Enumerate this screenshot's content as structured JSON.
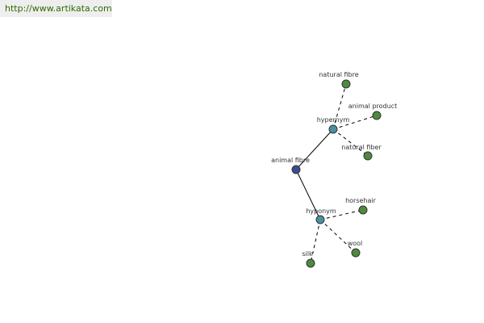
{
  "site_link": "http://www.artikata.com",
  "colors": {
    "center_node": "#3b4d8f",
    "relation_node": "#4a90a4",
    "term_node": "#4e8a3e",
    "node_stroke": "#333333",
    "edge": "#000000",
    "link_text": "#2f6b00",
    "link_bg": "#eeeeee"
  },
  "graph": {
    "center": "animal fibre",
    "relations": [
      {
        "label": "hypernym",
        "terms": [
          "natural fibre",
          "animal product",
          "natural fiber"
        ]
      },
      {
        "label": "hyponym",
        "terms": [
          "horsehair",
          "wool",
          "silk"
        ]
      }
    ]
  }
}
